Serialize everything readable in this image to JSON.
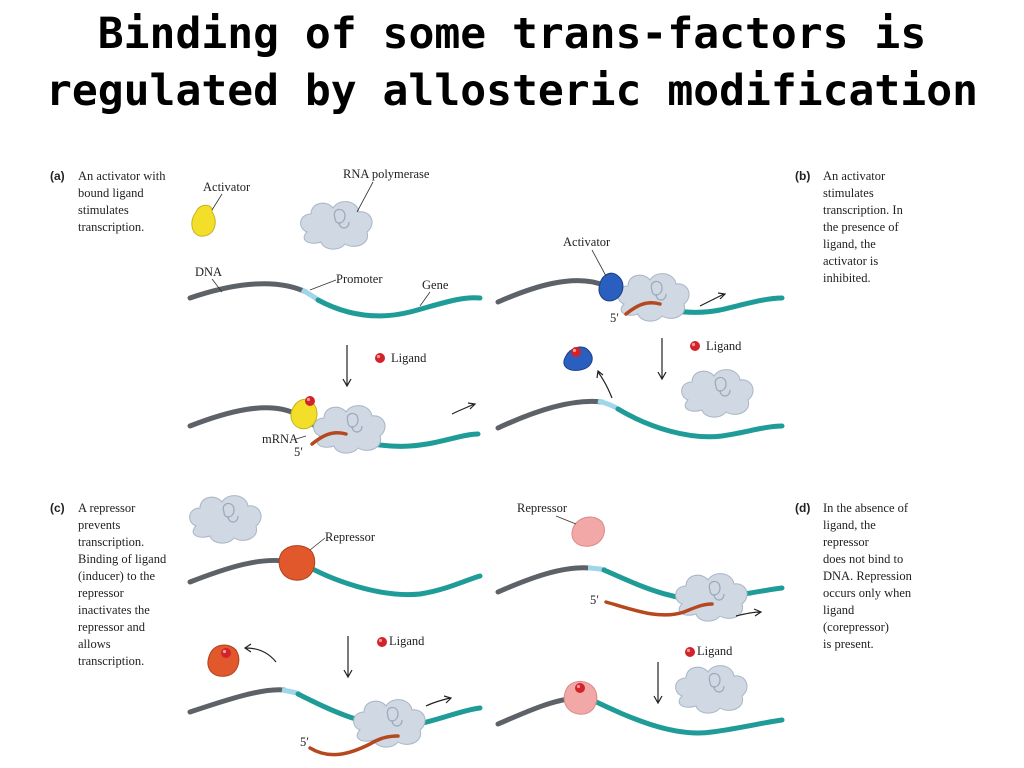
{
  "title": {
    "line1": "Binding of some trans-factors is",
    "line2": "regulated by allosteric modification"
  },
  "panels": {
    "a": {
      "letter": "(a)",
      "caption": [
        "An activator with",
        "bound ligand",
        "stimulates",
        "transcription."
      ],
      "labels": {
        "activator": "Activator",
        "rna_polymerase": "RNA polymerase",
        "dna": "DNA",
        "promoter": "Promoter",
        "gene": "Gene",
        "ligand": "Ligand",
        "mrna": "mRNA",
        "five_prime": "5′"
      }
    },
    "b": {
      "letter": "(b)",
      "caption": [
        "An activator",
        "stimulates",
        "transcription. In",
        "the presence of",
        "ligand, the",
        "activator is",
        "inhibited."
      ],
      "labels": {
        "activator": "Activator",
        "five_prime": "5′",
        "ligand": "Ligand"
      }
    },
    "c": {
      "letter": "(c)",
      "caption": [
        "A repressor",
        "prevents",
        "transcription.",
        "Binding of ligand",
        "(inducer) to the",
        "repressor",
        "inactivates the",
        "repressor and",
        "allows",
        "transcription."
      ],
      "labels": {
        "repressor": "Repressor",
        "ligand": "Ligand",
        "five_prime": "5′"
      }
    },
    "d": {
      "letter": "(d)",
      "caption": [
        "In the absence of",
        "ligand, the",
        "repressor",
        "does not bind to",
        "DNA. Repression",
        "occurs only when",
        "ligand",
        "(corepressor)",
        "is present."
      ],
      "labels": {
        "repressor": "Repressor",
        "five_prime": "5′",
        "ligand": "Ligand"
      }
    }
  },
  "colors": {
    "dna_upstream": "#5c6268",
    "dna_gene": "#1f9c98",
    "promoter": "#9fd6ea",
    "activator_yellow": "#f3df2a",
    "activator_blue": "#2a5fbf",
    "repressor_active": "#e0582c",
    "repressor_inactive": "#f2a8a6",
    "ligand": "#d2232a",
    "polymerase": "#cfd8e3",
    "mrna": "#b5481e"
  }
}
